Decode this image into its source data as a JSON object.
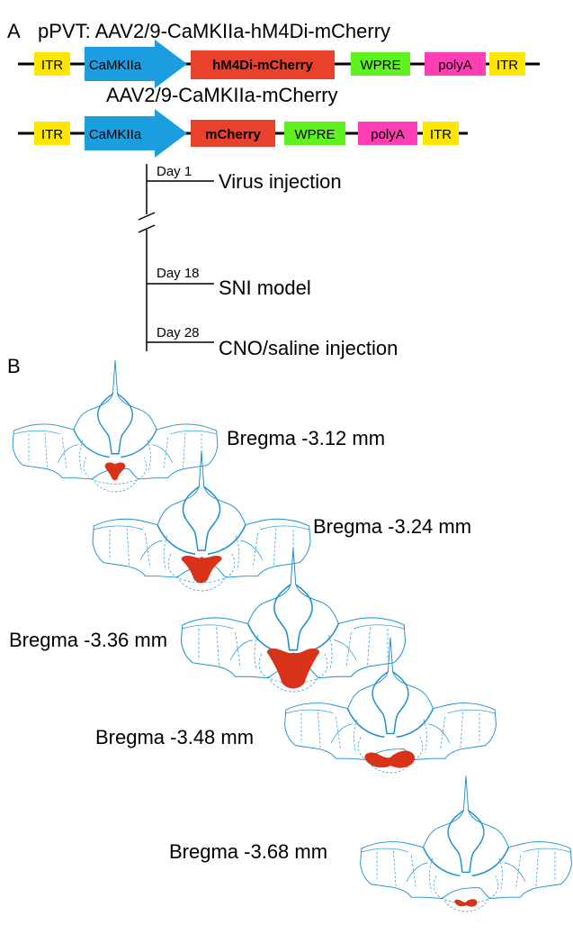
{
  "panel_a": {
    "letter": "A",
    "construct1": {
      "title": "pPVT: AAV2/9-CaMKIIa-hM4Di-mCherry",
      "elements": [
        "ITR",
        "CaMKIIa",
        "hM4Di-mCherry",
        "WPRE",
        "polyA",
        "ITR"
      ]
    },
    "construct2": {
      "title": "AAV2/9-CaMKIIa-mCherry",
      "elements": [
        "ITR",
        "CaMKIIa",
        "mCherry",
        "WPRE",
        "polyA",
        "ITR"
      ]
    },
    "timeline": [
      {
        "day": "Day 1",
        "event": "Virus injection"
      },
      {
        "day": "Day 18",
        "event": "SNI model"
      },
      {
        "day": "Day 28",
        "event": "CNO/saline injection"
      }
    ]
  },
  "panel_b": {
    "letter": "B",
    "sections": [
      {
        "label": "Bregma -3.12 mm"
      },
      {
        "label": "Bregma -3.24 mm"
      },
      {
        "label": "Bregma -3.36 mm"
      },
      {
        "label": "Bregma -3.48 mm"
      },
      {
        "label": "Bregma -3.68 mm"
      }
    ]
  },
  "colors": {
    "itr": "#ffe600",
    "promoter": "#1b9ee0",
    "transgene": "#e8412c",
    "wpre": "#5ef21f",
    "polya": "#ff3db4",
    "brain_outline": "#1a8fd0",
    "pvt_fill": "#d83319"
  }
}
